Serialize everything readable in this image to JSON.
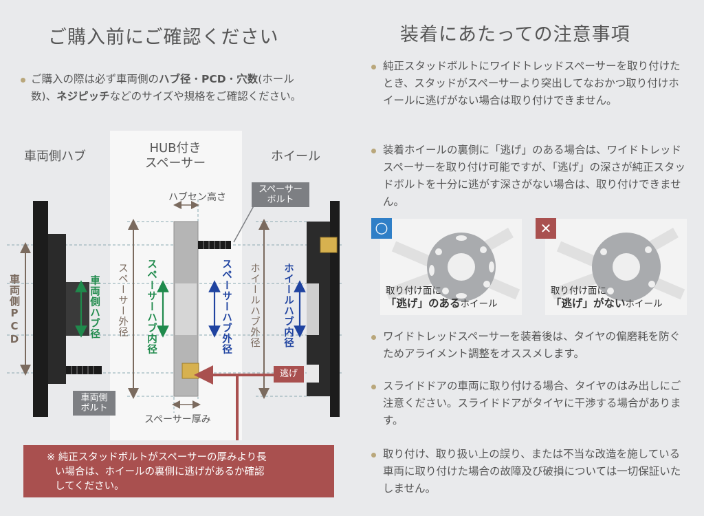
{
  "left": {
    "title": "ご購入前にご確認ください",
    "intro": {
      "p1": "ご購入の際は必ず車両側の",
      "b1": "ハブ径",
      "p2": "・",
      "b2": "PCD",
      "p3": "・",
      "b3": "穴数",
      "p4": "(ホール",
      "p5": "数)、",
      "b4": "ネジピッチ",
      "p6": "などのサイズや規格をご確認ください。"
    },
    "diagram": {
      "col_vehicle_hub": "車両側ハブ",
      "col_spacer_line1": "HUB付き",
      "col_spacer_line2": "スペーサー",
      "col_wheel": "ホイール",
      "hub_center_height": "ハブセン高さ",
      "spacer_bolt_line1": "スペーサー",
      "spacer_bolt_line2": "ボルト",
      "vehicle_pcd": "車両側PCD",
      "vehicle_hub_dia": "車両側ハブ径",
      "spacer_outer_dia": "スペーサー外径",
      "spacer_hub_inner": "スペーサーハブ内径",
      "spacer_hub_outer": "スペーサーハブ外径",
      "wheel_hub_outer": "ホイールハブ外径",
      "wheel_hub_inner": "ホイールハブ内径",
      "relief": "逃げ",
      "vehicle_bolt_line1": "車両側",
      "vehicle_bolt_line2": "ボルト",
      "spacer_thickness": "スペーサー厚み",
      "colors": {
        "green": "#1f8a4c",
        "blue": "#1f43a0",
        "brown": "#7a6a5e",
        "red": "#a9504f"
      }
    },
    "note": {
      "line1": "※ 純正スタッドボルトがスペーサーの厚みより長",
      "line2": "い場合は、ホイールの裏側に逃げがあるか確認",
      "line3": "してください。"
    }
  },
  "right": {
    "title": "装着にあたっての注意事項",
    "p1": "純正スタッドボルトにワイドトレッドスペーサーを取り付けたとき、スタッドがスペーサーより突出してなおかつ取り付けホイールに逃げがない場合は取り付けできません。",
    "p2": "装着ホイールの裏側に「逃げ」のある場合は、ワイドトレッドスペーサーを取り付け可能ですが、「逃げ」の深さが純正スタッドボルトを十分に逃がす深さがない場合は、取り付けできません。",
    "thumb_ok": {
      "mark": "○",
      "cap1": "取り付け面に",
      "cap2": "「逃げ」のある",
      "cap3": "ホイール"
    },
    "thumb_ng": {
      "mark": "✕",
      "cap1": "取り付け面に",
      "cap2": "「逃げ」がない",
      "cap3": "ホイール"
    },
    "p3": "ワイドトレッドスペーサーを装着後は、タイヤの偏磨耗を防ぐためアライメント調整をオススメします。",
    "p4": "スライドドアの車両に取り付ける場合、タイヤのはみ出しにご注意ください。スライドドアがタイヤに干渉する場合があります。",
    "p5": "取り付け、取り扱い上の誤り、または不当な改造を施している車両に取り付けた場合の故障及び破損については一切保証いたしません。",
    "colors": {
      "ok": "#2f7fc7",
      "ng": "#a9504f",
      "bullet": "#b9a77b"
    }
  }
}
